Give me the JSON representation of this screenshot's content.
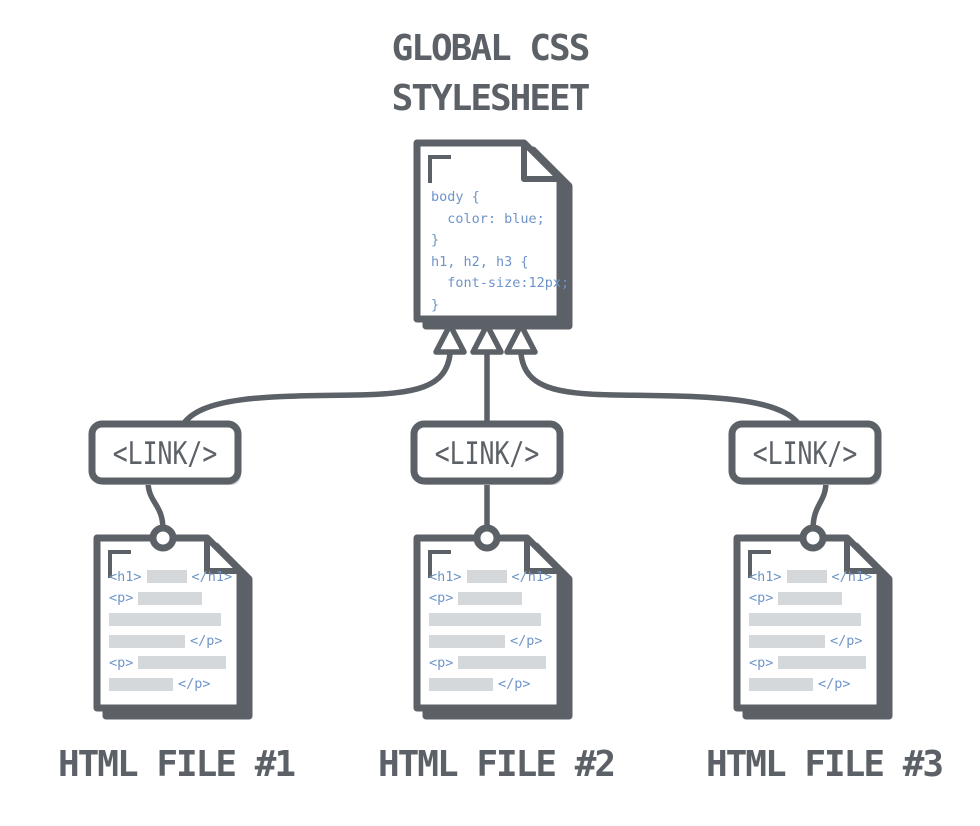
{
  "colors": {
    "ink": "#5c6167",
    "code_blue": "#6e94ca",
    "placeholder_gray": "#d4d8db",
    "paper": "#ffffff"
  },
  "title": {
    "line1": "GLOBAL CSS",
    "line2": "STYLESHEET"
  },
  "css_file": {
    "code_lines": [
      "body {",
      "  color: blue;",
      "}",
      "h1, h2, h3 {",
      "  font-size:12px;",
      "}"
    ]
  },
  "links": {
    "labels": [
      "<LINK/>",
      "<LINK/>",
      "<LINK/>"
    ]
  },
  "snippet": {
    "h1_open": "<h1>",
    "h1_close": "</h1>",
    "p_open": "<p>",
    "p_close": "</p>"
  },
  "files": {
    "labels": [
      "HTML FILE #1",
      "HTML FILE #2",
      "HTML FILE #3"
    ]
  },
  "icons": [
    "document-icon",
    "folded-corner-icon",
    "corner-mark-icon",
    "arrowhead-icon",
    "pin-circle-icon"
  ]
}
